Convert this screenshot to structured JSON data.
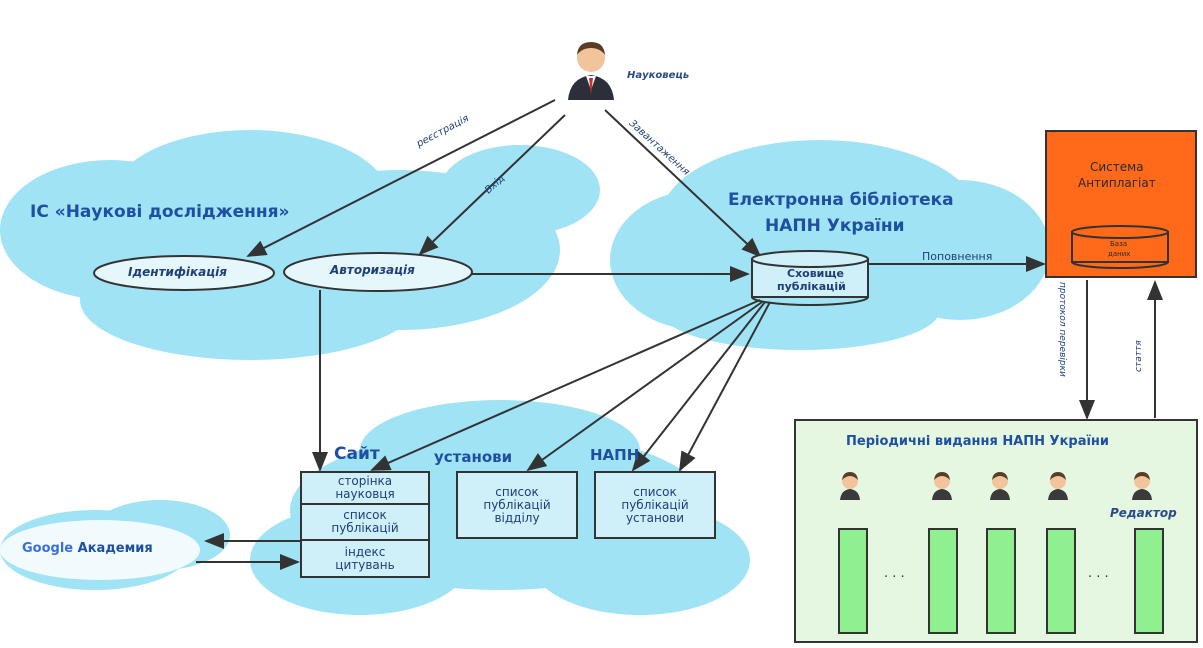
{
  "scientist": {
    "label": "Науковець"
  },
  "arrows": {
    "registration": "реєстрація",
    "login": "Вхід",
    "upload": "Завантаження",
    "replenish": "Поповнення",
    "check_protocol": "протокол перевірки",
    "article": "стаття"
  },
  "is_title": "ІС «Наукові дослідження»",
  "identification": "Ідентифікація",
  "authorization": "Авторизація",
  "library_title_line1": "Електронна бібліотека",
  "library_title_line2": "НАПН України",
  "storage_line1": "Сховище",
  "storage_line2": "публікацій",
  "antiplagiat_line1": "Система",
  "antiplagiat_line2": "Антиплагіат",
  "database_line1": "База",
  "database_line2": "даних",
  "site": {
    "title_word1": "Сайт",
    "title_word2": "установи",
    "title_word3": "НАПН",
    "scientist_page_line1": "сторінка",
    "scientist_page_line2": "науковця",
    "pub_list_line1": "список",
    "pub_list_line2": "публікацій",
    "citation_index_line1": "індекс",
    "citation_index_line2": "цитувань",
    "dept_list_line1": "список",
    "dept_list_line2": "публікацій",
    "dept_list_line3": "відділу",
    "inst_list_line1": "список",
    "inst_list_line2": "публікацій",
    "inst_list_line3": "установи"
  },
  "google": {
    "google_word": "Google",
    "academy_word": "Академия"
  },
  "periodicals": {
    "title": "Періодичні видання НАПН України",
    "editor": "Редактор",
    "ellipsis1": ". . .",
    "ellipsis2": ". . ."
  }
}
